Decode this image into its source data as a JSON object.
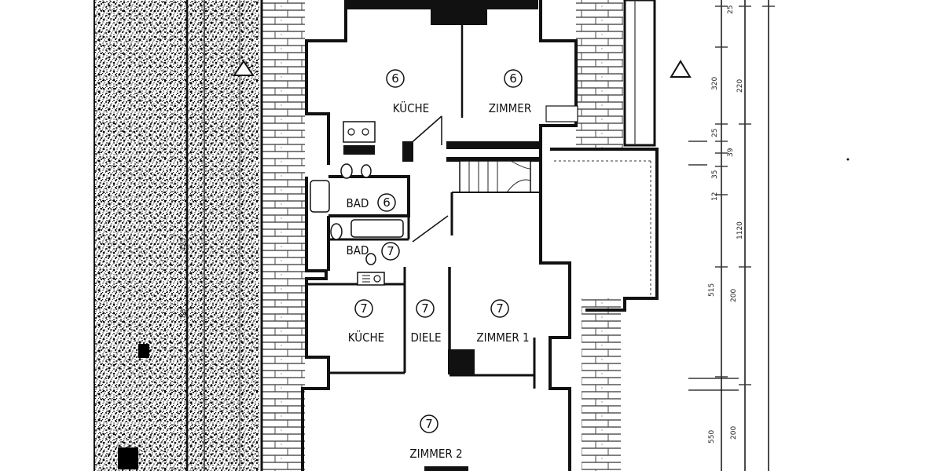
{
  "rooms": {
    "kitchen6_label": "KÜCHE",
    "kitchen6_num": "6",
    "room6_label": "ZIMMER",
    "room6_num": "6",
    "bath6_label": "BAD",
    "bath6_num": "6",
    "bath7_label": "BAD",
    "bath7_num": "7",
    "kitchen7_label": "KÜCHE",
    "kitchen7_num": "7",
    "hall7_label": "DIELE",
    "hall7_num": "7",
    "room7a_label": "ZIMMER 1",
    "room7a_num": "7",
    "room7b_label": "ZIMMER 2",
    "room7b_num": "7"
  },
  "dimensions": {
    "d1": "25",
    "d2": "320",
    "d3": "220",
    "d4": "25",
    "d5": "39",
    "d6": "35",
    "d7": "12",
    "d8": "1120",
    "d9": "515",
    "d10": "200",
    "d11": "550",
    "d12": "200",
    "left1": "425",
    "left2": "88"
  },
  "symbols": {
    "left_triangle": "triangle-marker",
    "right_triangle": "triangle-marker"
  }
}
